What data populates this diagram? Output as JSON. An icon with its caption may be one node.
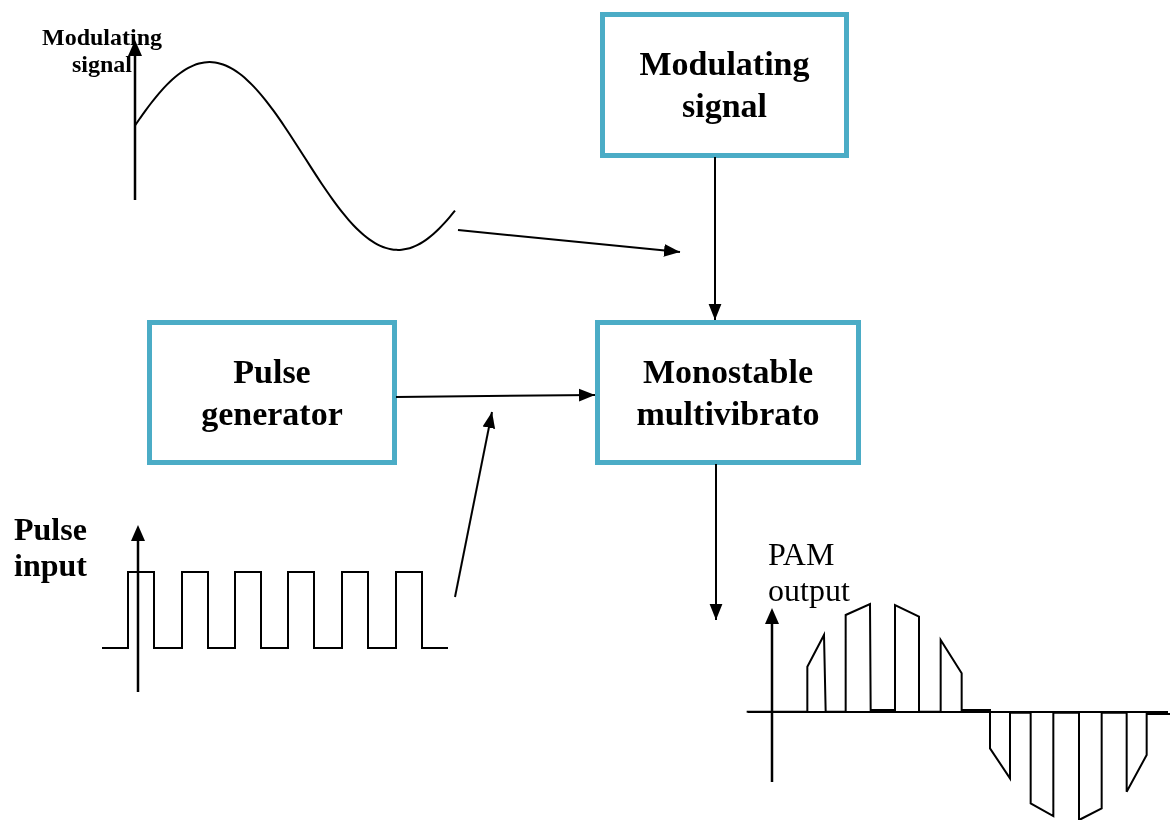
{
  "diagram": {
    "nodes": [
      {
        "text": [
          "Modulating signal"
        ]
      },
      {
        "text": [
          "Pulse generator"
        ]
      },
      {
        "text": [
          "Monostable multivibrato"
        ]
      },
      {
        "text": [
          "Modulating signal"
        ]
      },
      {
        "text": [
          "Pulse input"
        ]
      },
      {
        "text": [
          "PAM output"
        ]
      }
    ],
    "edges": [
      {
        "from": 0,
        "to": 2,
        "arrow": "to"
      },
      {
        "from": 1,
        "to": 2,
        "arrow": "to"
      },
      {
        "from": 3,
        "to": null,
        "arrow": "to"
      },
      {
        "from": 4,
        "to": null,
        "arrow": "to"
      },
      {
        "from": 2,
        "to": 5,
        "arrow": "to"
      }
    ]
  }
}
